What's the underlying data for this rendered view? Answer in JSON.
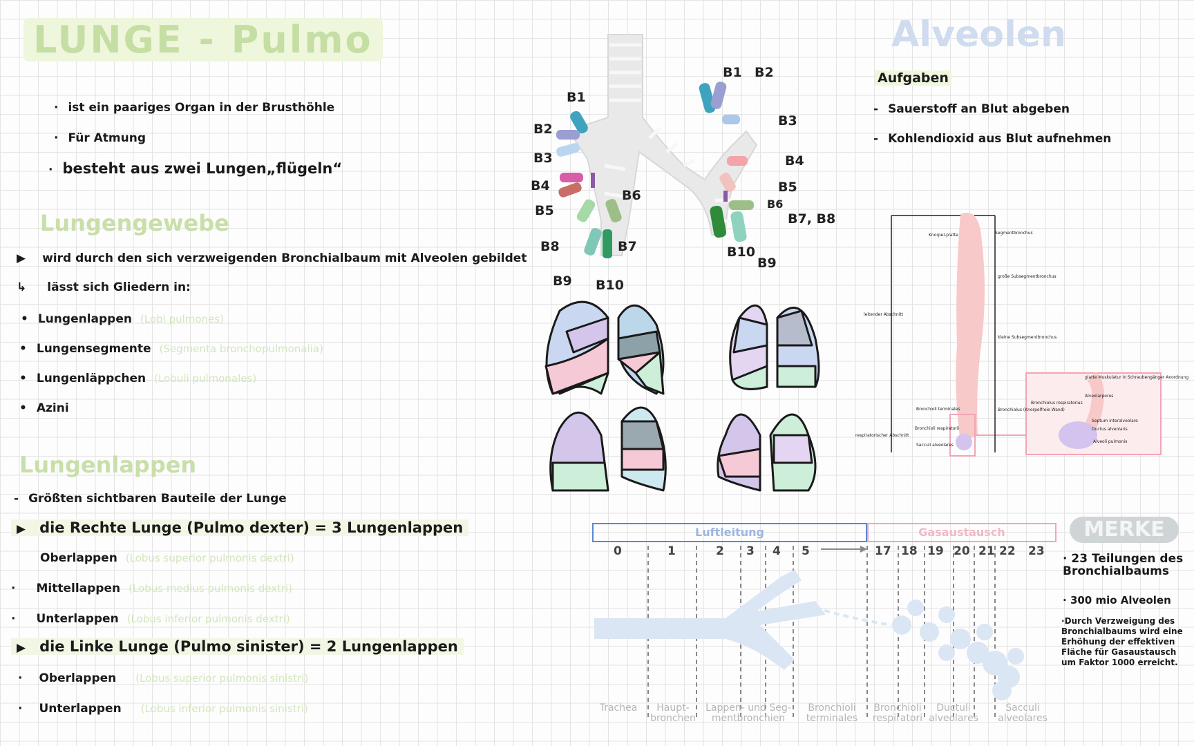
{
  "left": {
    "title": "LUNGE - Pulmo",
    "intro": [
      {
        "bullet": "·",
        "text": "ist ein paariges Organ in der Brusthöhle"
      },
      {
        "bullet": "·",
        "text": "Für Atmung"
      },
      {
        "bullet": "·",
        "text": "besteht aus zwei Lungen„flügeln“"
      }
    ],
    "tissue": {
      "heading": "Lungengewebe",
      "line1_bullet": "▶",
      "line1": "wird durch den sich verzweigenden Bronchialbaum mit Alveolen gebildet",
      "line2_bullet": "↳",
      "line2": "lässt sich Gliedern in:",
      "items": [
        {
          "bullet": "•",
          "text": "Lungenlappen",
          "latin": "(Lobi pulmones)"
        },
        {
          "bullet": "•",
          "text": "Lungensegmente",
          "latin": "(Segmenta bronchopulmonalia)"
        },
        {
          "bullet": "•",
          "text": "Lungenläppchen",
          "latin": "(Lobuli pulmonales)"
        },
        {
          "bullet": "•",
          "text": "Azini",
          "latin": ""
        }
      ]
    },
    "lobes": {
      "heading": "Lungenlappen",
      "subtitle_bullet": "-",
      "subtitle": "Größten sichtbaren Bauteile der Lunge",
      "right": {
        "bullet": "▶",
        "text": "die Rechte Lunge (Pulmo dexter) = 3 Lungenlappen"
      },
      "right_items": [
        {
          "bullet": "",
          "text": "Oberlappen",
          "latin": "(Lobus superior pulmonis dextri)"
        },
        {
          "bullet": "·",
          "text": "Mittellappen",
          "latin": "(Lobus medius pulmonis dextri)"
        },
        {
          "bullet": "·",
          "text": "Unterlappen",
          "latin": "(Lobus inferior pulmonis dextri)"
        }
      ],
      "left": {
        "bullet": "▶",
        "text": "die Linke Lunge (Pulmo sinister) = 2 Lungenlappen"
      },
      "left_items": [
        {
          "bullet": "·",
          "text": "Oberlappen",
          "latin": "(Lobus superior pulmonis sinistri)"
        },
        {
          "bullet": "·",
          "text": "Unterlappen",
          "latin": "(Lobus inferior pulmonis sinistri)"
        }
      ]
    }
  },
  "bronchi": {
    "right_labels": [
      "B1",
      "B2",
      "B3",
      "B4",
      "B5",
      "B6",
      "B7",
      "B8",
      "B9",
      "B10"
    ],
    "left_labels": [
      "B1",
      "B2",
      "B3",
      "B4",
      "B5",
      "B6",
      "B7, B8",
      "B9",
      "B10"
    ],
    "colors": {
      "b1": "#3fa3bf",
      "b2": "#9b9ed0",
      "b3": "#b8d6ef",
      "b4": "#d75ea6",
      "b5": "#c96e67",
      "b6": "#8a5aa8",
      "b7": "#9dbf87",
      "b8": "#a6d9a8",
      "b9": "#7fc8b7",
      "b10": "#2f9a62",
      "left_b4": "#f4a3a8",
      "left_b5": "#f2c2be",
      "left_b10": "#2f8a3a",
      "left_b9": "#8fd2bd",
      "trachea": "#e6e6e6"
    }
  },
  "alveolen": {
    "title": "Alveolen",
    "subheading": "Aufgaben",
    "items": [
      {
        "bullet": "-",
        "text": "Sauerstoff an Blut abgeben"
      },
      {
        "bullet": "-",
        "text": "Kohlendioxid aus Blut aufnehmen"
      }
    ],
    "diagram_labels": [
      "Segmentbronchus",
      "große Subsegmentbronchus",
      "kleine Subsegmentbronchus",
      "Knorpel-platte",
      "leitender Abschnitt",
      "respiratorischer Abschnitt",
      "Bronchioli terminales",
      "Bronchioli respiratorii",
      "Sacculi alveolares",
      "Bronchiolus (Knorpelfreie Wand)",
      "Bronchiolus respiratorius",
      "glatte Muskulatur in Schraubengänger Anordnung",
      "Alveolarporus",
      "Septum interalveolare",
      "Ductus alveolaris",
      "Alveoli pulmonis"
    ]
  },
  "airway": {
    "section_air": "Luftleitung",
    "section_gas": "Gasaustausch",
    "ticks": [
      "0",
      "1",
      "2",
      "3",
      "4",
      "5",
      "17",
      "18",
      "19",
      "20",
      "21",
      "22",
      "23"
    ],
    "captions": [
      "Trachea",
      "Haupt-bronchen",
      "Lappen- und Seg-mentbronchien",
      "Bronchioli terminales",
      "Bronchioli respiratori",
      "Ductuli alveolares",
      "Sacculi alveolares"
    ],
    "colors": {
      "air": "#5a88d4",
      "gas": "#f2a5b6",
      "tree": "#dbe6f4"
    }
  },
  "merke": {
    "label": "MERKE",
    "items": [
      {
        "bullet": "·",
        "text": "23 Teilungen des Bronchialbaums"
      },
      {
        "bullet": "·",
        "text": "300 mio Alveolen"
      },
      {
        "bullet": "·",
        "text": "Durch Verzweigung des Bronchialbaums wird eine Erhöhung der effektiven Fläche für Gasaustausch um Faktor 1000 erreicht."
      }
    ]
  }
}
